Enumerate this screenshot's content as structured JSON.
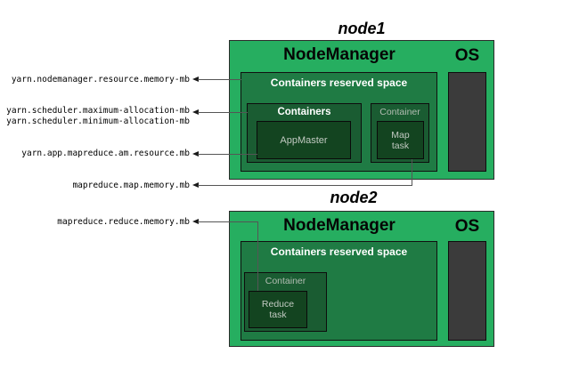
{
  "node1": {
    "title": "node1",
    "nodemanager_label": "NodeManager",
    "os_label": "OS",
    "reserved_label": "Containers reserved space",
    "containers_label": "Containers",
    "appmaster_label": "AppMaster",
    "container_label": "Container",
    "map_task_line1": "Map",
    "map_task_line2": "task"
  },
  "node2": {
    "title": "node2",
    "nodemanager_label": "NodeManager",
    "os_label": "OS",
    "reserved_label": "Containers reserved space",
    "container_label": "Container",
    "reduce_task_line1": "Reduce",
    "reduce_task_line2": "task"
  },
  "config_labels": {
    "nodemanager_resource": "yarn.nodemanager.resource.memory-mb",
    "scheduler_max": "yarn.scheduler.maximum-allocation-mb",
    "scheduler_min": "yarn.scheduler.minimum-allocation-mb",
    "am_resource": "yarn.app.mapreduce.am.resource.mb",
    "map_memory": "mapreduce.map.memory.mb",
    "reduce_memory": "mapreduce.reduce.memory.mb"
  },
  "colors": {
    "node_fill": "#26AE60",
    "reserved_fill": "#1F7B44",
    "container_fill": "#1A5C32",
    "task_fill": "#134420",
    "os_fill": "#3B3B3B",
    "line": "#555555",
    "title_text": "#000000",
    "reserved_text": "#ffffff",
    "task_text": "#C2CAC2"
  }
}
